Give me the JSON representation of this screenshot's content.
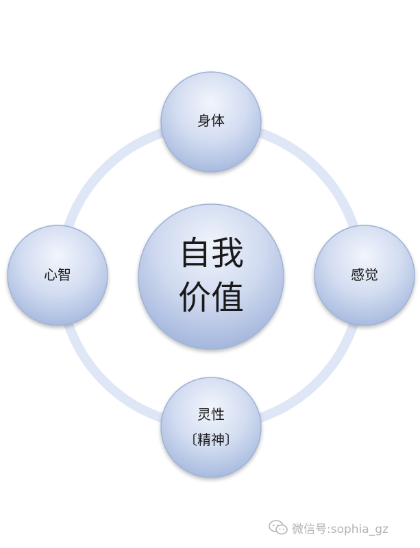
{
  "diagram": {
    "center": {
      "line1": "自我",
      "line2": "价值"
    },
    "nodes": {
      "top": {
        "label": "身体"
      },
      "right": {
        "label": "感觉"
      },
      "bottom": {
        "line1": "灵性",
        "line2": "〔精神〕"
      },
      "left": {
        "label": "心智"
      }
    }
  },
  "watermark": {
    "text": "微信号:sophia_gz",
    "logo_icon": "wechat-logo-icon"
  },
  "colors": {
    "ring": "#dfe6f6",
    "node_light": "#f0f4fc",
    "node_dark": "#aabddf",
    "node_stroke": "#9fb2d6",
    "text": "#1a1a1a",
    "watermark": "#b3b3b3"
  }
}
